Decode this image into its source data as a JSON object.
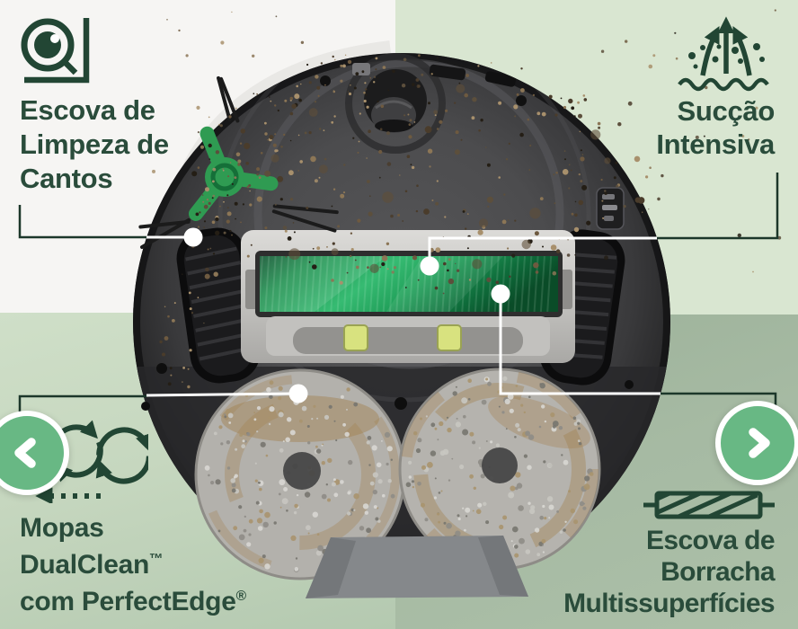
{
  "features": {
    "top_left": {
      "icon": "corner-brush-icon",
      "lines": [
        "Escova de",
        "Limpeza de",
        "Cantos"
      ]
    },
    "top_right": {
      "icon": "intense-suction-icon",
      "lines": [
        "Sucção",
        "Intensiva"
      ]
    },
    "bottom_left": {
      "icon": "dual-mop-spin-icon",
      "lines": [
        "Mopas",
        "DualClean",
        "com PerfectEdge"
      ],
      "trademark": "™",
      "registered": "®"
    },
    "bottom_right": {
      "icon": "rubber-roller-brush-icon",
      "lines": [
        "Escova de",
        "Borracha",
        "Multissuperfícies"
      ]
    }
  },
  "carousel": {
    "prev_icon": "chevron-left-icon",
    "next_icon": "chevron-right-icon"
  },
  "colors": {
    "text_dark_green": "#2a4c3b",
    "icon_dark_green": "#224634",
    "callout_line_green": "#1c372a",
    "callout_line_white": "#ffffff",
    "nav_button_green": "#68b884",
    "bg_top_left": "#f6f5f3",
    "bg_top_right": "#d9e6d1",
    "bg_bottom_left": "#c6d7bf",
    "bg_bottom_right": "#a6baa3",
    "roller_green": "#2fb168",
    "corner_brush_green": "#2f9b52"
  }
}
